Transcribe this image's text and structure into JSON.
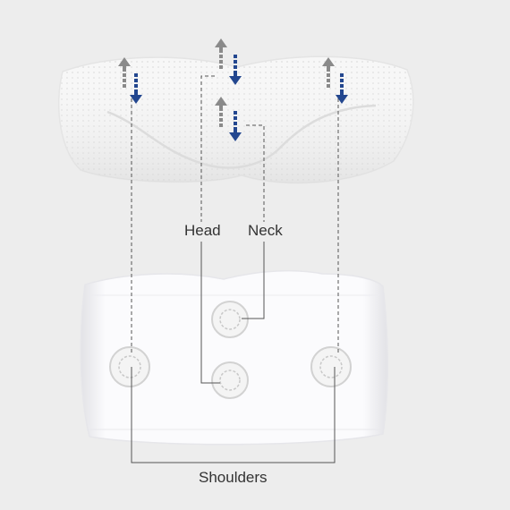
{
  "labels": {
    "head": "Head",
    "neck": "Neck",
    "shoulders": "Shoulders"
  },
  "colors": {
    "background": "#ededed",
    "arrow_up": "#8a8a8a",
    "arrow_down": "#23478f",
    "guide_line": "#555555",
    "pillow": "#ffffff",
    "sensor_ring": "#cfcfcf"
  },
  "icons": {
    "arrow_up": "up-arrow-icon",
    "arrow_down": "down-arrow-icon",
    "sensor": "sensor-pad-icon"
  }
}
